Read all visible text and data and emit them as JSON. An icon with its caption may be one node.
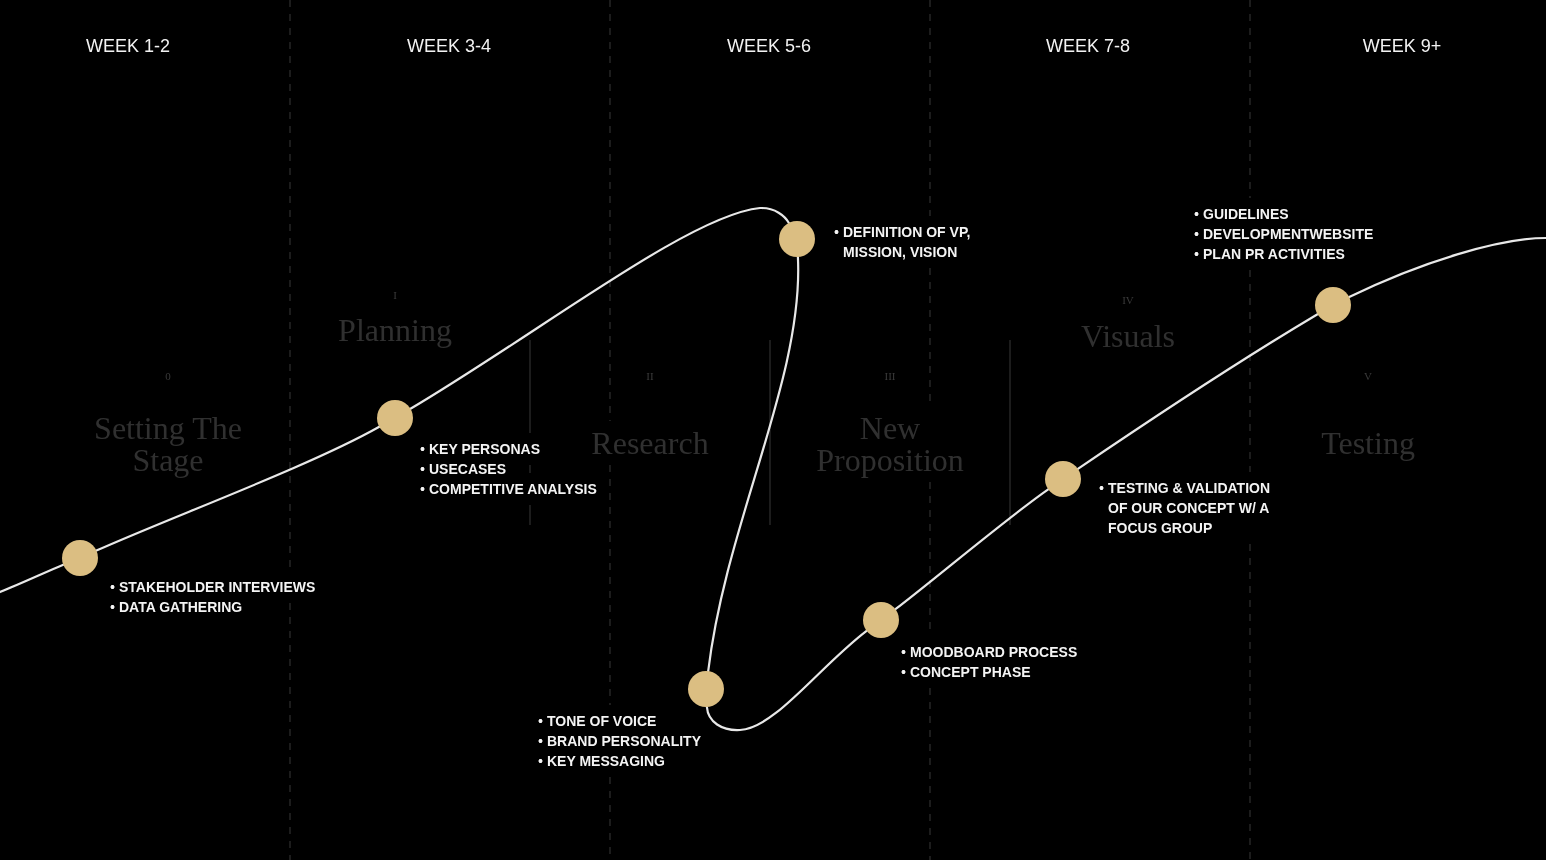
{
  "diagram": {
    "nodes": [
      {
        "text": [],
        "shape": "circle",
        "beside": [
          "STAKEHOLDER INTERVIEWS",
          "DATA GATHERING"
        ]
      },
      {
        "text": [],
        "shape": "circle",
        "beside": [
          "KEY PERSONAS",
          "USECASES",
          "COMPETITIVE ANALYSIS"
        ]
      },
      {
        "text": [],
        "shape": "circle",
        "beside": [
          "DEFINITION OF VP, MISSION, VISION"
        ]
      },
      {
        "text": [],
        "shape": "circle",
        "beside": [
          "TONE OF VOICE",
          "BRAND PERSONALITY",
          "KEY MESSAGING"
        ]
      },
      {
        "text": [],
        "shape": "circle",
        "beside": [
          "MOODBOARD PROCESS",
          "CONCEPT PHASE"
        ]
      },
      {
        "text": [],
        "shape": "circle",
        "beside": [
          "TESTING & VALIDATION OF OUR CONCEPT W/ A FOCUS GROUP"
        ]
      },
      {
        "text": [],
        "shape": "circle",
        "beside": [
          "GUIDELINES",
          "DEVELOPMENTWEBSITE",
          "PLAN PR ACTIVITIES"
        ]
      }
    ],
    "edges": [
      {
        "from": null,
        "to": 0,
        "arrow": "none"
      },
      {
        "from": 0,
        "to": 1,
        "arrow": "none"
      },
      {
        "from": 1,
        "to": 2,
        "arrow": "none"
      },
      {
        "from": 2,
        "to": 3,
        "arrow": "none"
      },
      {
        "from": 3,
        "to": 4,
        "arrow": "none"
      },
      {
        "from": 4,
        "to": 5,
        "arrow": "none"
      },
      {
        "from": 5,
        "to": 6,
        "arrow": "none"
      },
      {
        "from": 6,
        "to": null,
        "arrow": "none"
      }
    ],
    "labels": [
      "WEEK 1-2",
      "WEEK 3-4",
      "WEEK 5-6",
      "WEEK 7-8",
      "WEEK 9+",
      "0",
      "Setting The Stage",
      "I",
      "Planning",
      "II",
      "Research",
      "III",
      "New Proposition",
      "IV",
      "Visuals",
      "V",
      "Testing"
    ]
  }
}
